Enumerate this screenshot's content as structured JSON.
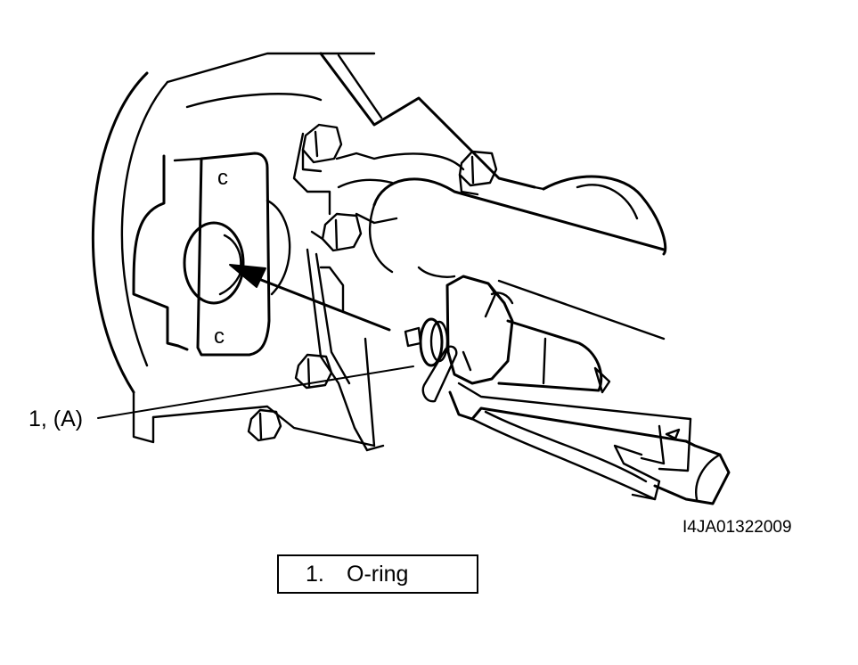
{
  "callout": {
    "label": "1, (A)"
  },
  "figure_code": "I4JA01322009",
  "legend": {
    "number": "1.",
    "text": "O-ring"
  }
}
